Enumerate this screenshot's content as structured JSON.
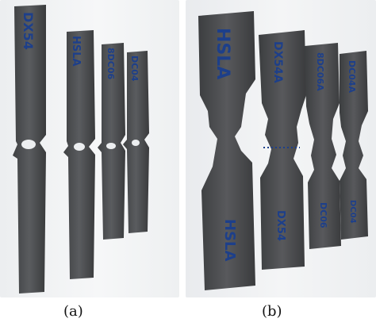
{
  "captions": {
    "a": "(a)",
    "b": "(b)"
  },
  "panel_a": {
    "specimen_labels": [
      "DX54",
      "HSLA",
      "8DC06",
      "DC04"
    ]
  },
  "panel_b": {
    "top_labels": [
      "HSLA",
      "DX54A",
      "8DC06A",
      "DC04A"
    ],
    "bottom_labels": [
      "HSLA",
      "DX54",
      "DC06",
      "DC04"
    ]
  },
  "colors": {
    "steel": "#4d4f51",
    "steel_dark": "#38393b",
    "marker_ink": "#1d3f8a",
    "background": "#f3f4f5"
  }
}
